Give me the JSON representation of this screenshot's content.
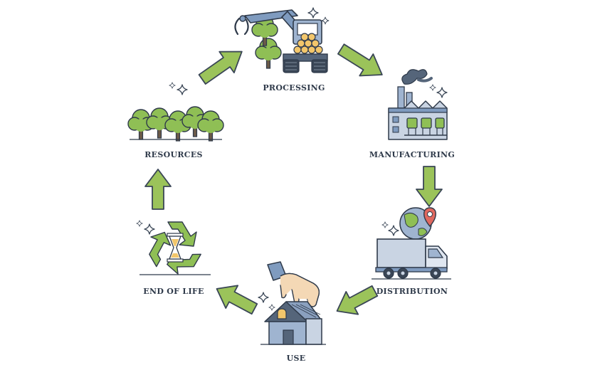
{
  "diagram": {
    "stages": [
      {
        "label": "PROCESSING"
      },
      {
        "label": "MANUFACTURING"
      },
      {
        "label": "DISTRIBUTION"
      },
      {
        "label": "USE"
      },
      {
        "label": "END OF LIFE"
      },
      {
        "label": "RESOURCES"
      }
    ],
    "flow": "clockwise cycle",
    "colors": {
      "arrow_fill": "#9bc35a",
      "arrow_stroke": "#3a4656",
      "tree_green": "#8fbf55",
      "outline": "#2f3a4a",
      "steel_blue": "#7f9bbf",
      "sparkle": "#3a4656"
    },
    "icons": [
      "forestry-harvester-icon",
      "factory-icon",
      "globe-pin-icon",
      "delivery-truck-icon",
      "hand-house-icon",
      "recycle-hourglass-icon",
      "forest-trees-icon"
    ]
  }
}
